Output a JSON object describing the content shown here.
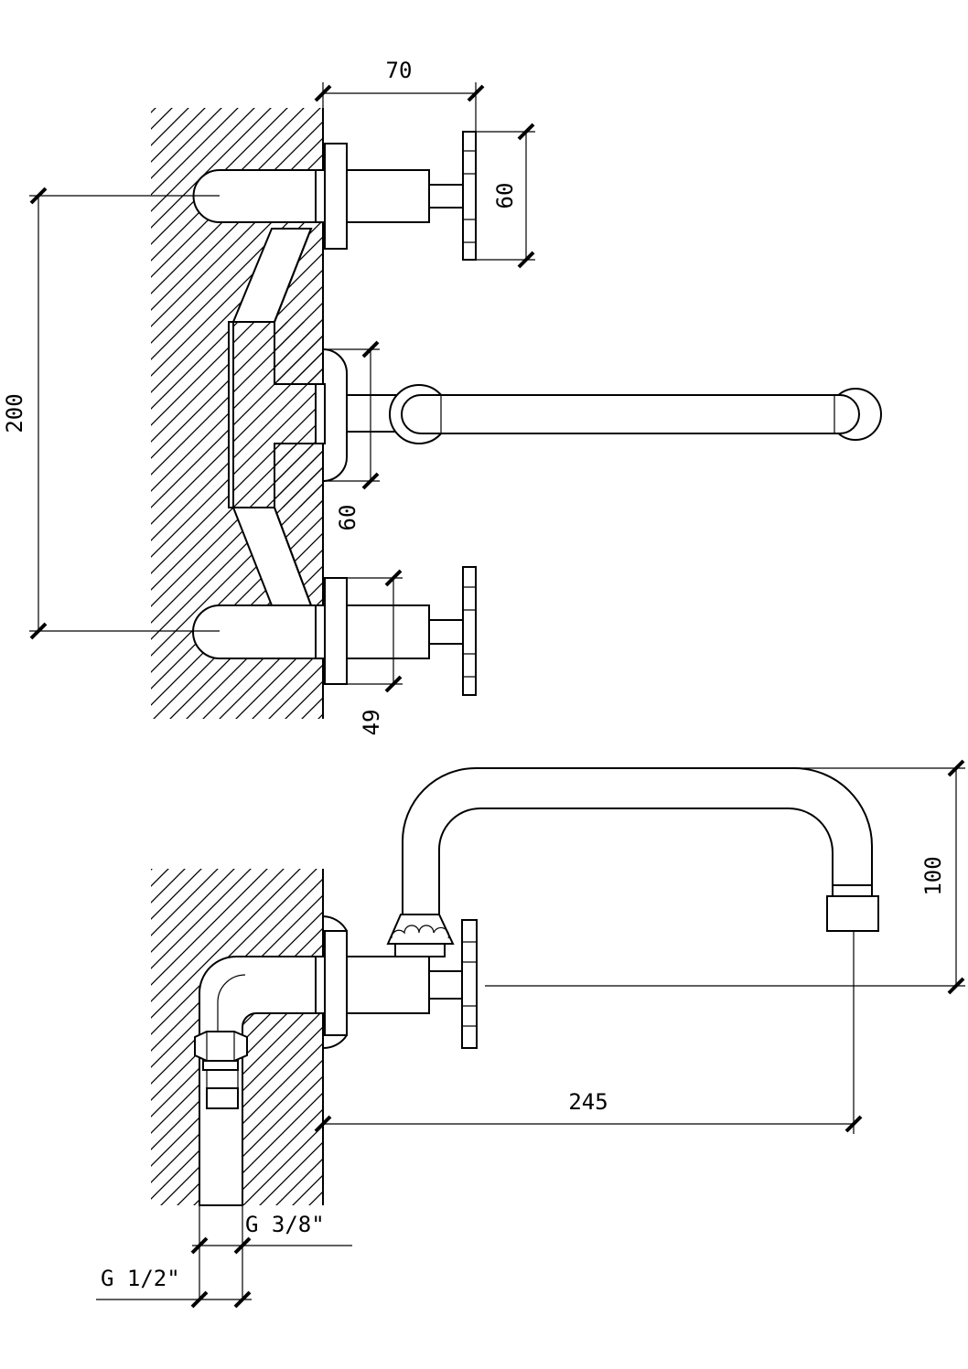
{
  "dimensions": {
    "top_width": "70",
    "handle_diameter": "60",
    "center_distance": "200",
    "spout_flange": "60",
    "valve_body": "49",
    "spout_height": "100",
    "spout_reach": "245",
    "thread_large": "G 1/2\"",
    "thread_small": "G 3/8\""
  }
}
